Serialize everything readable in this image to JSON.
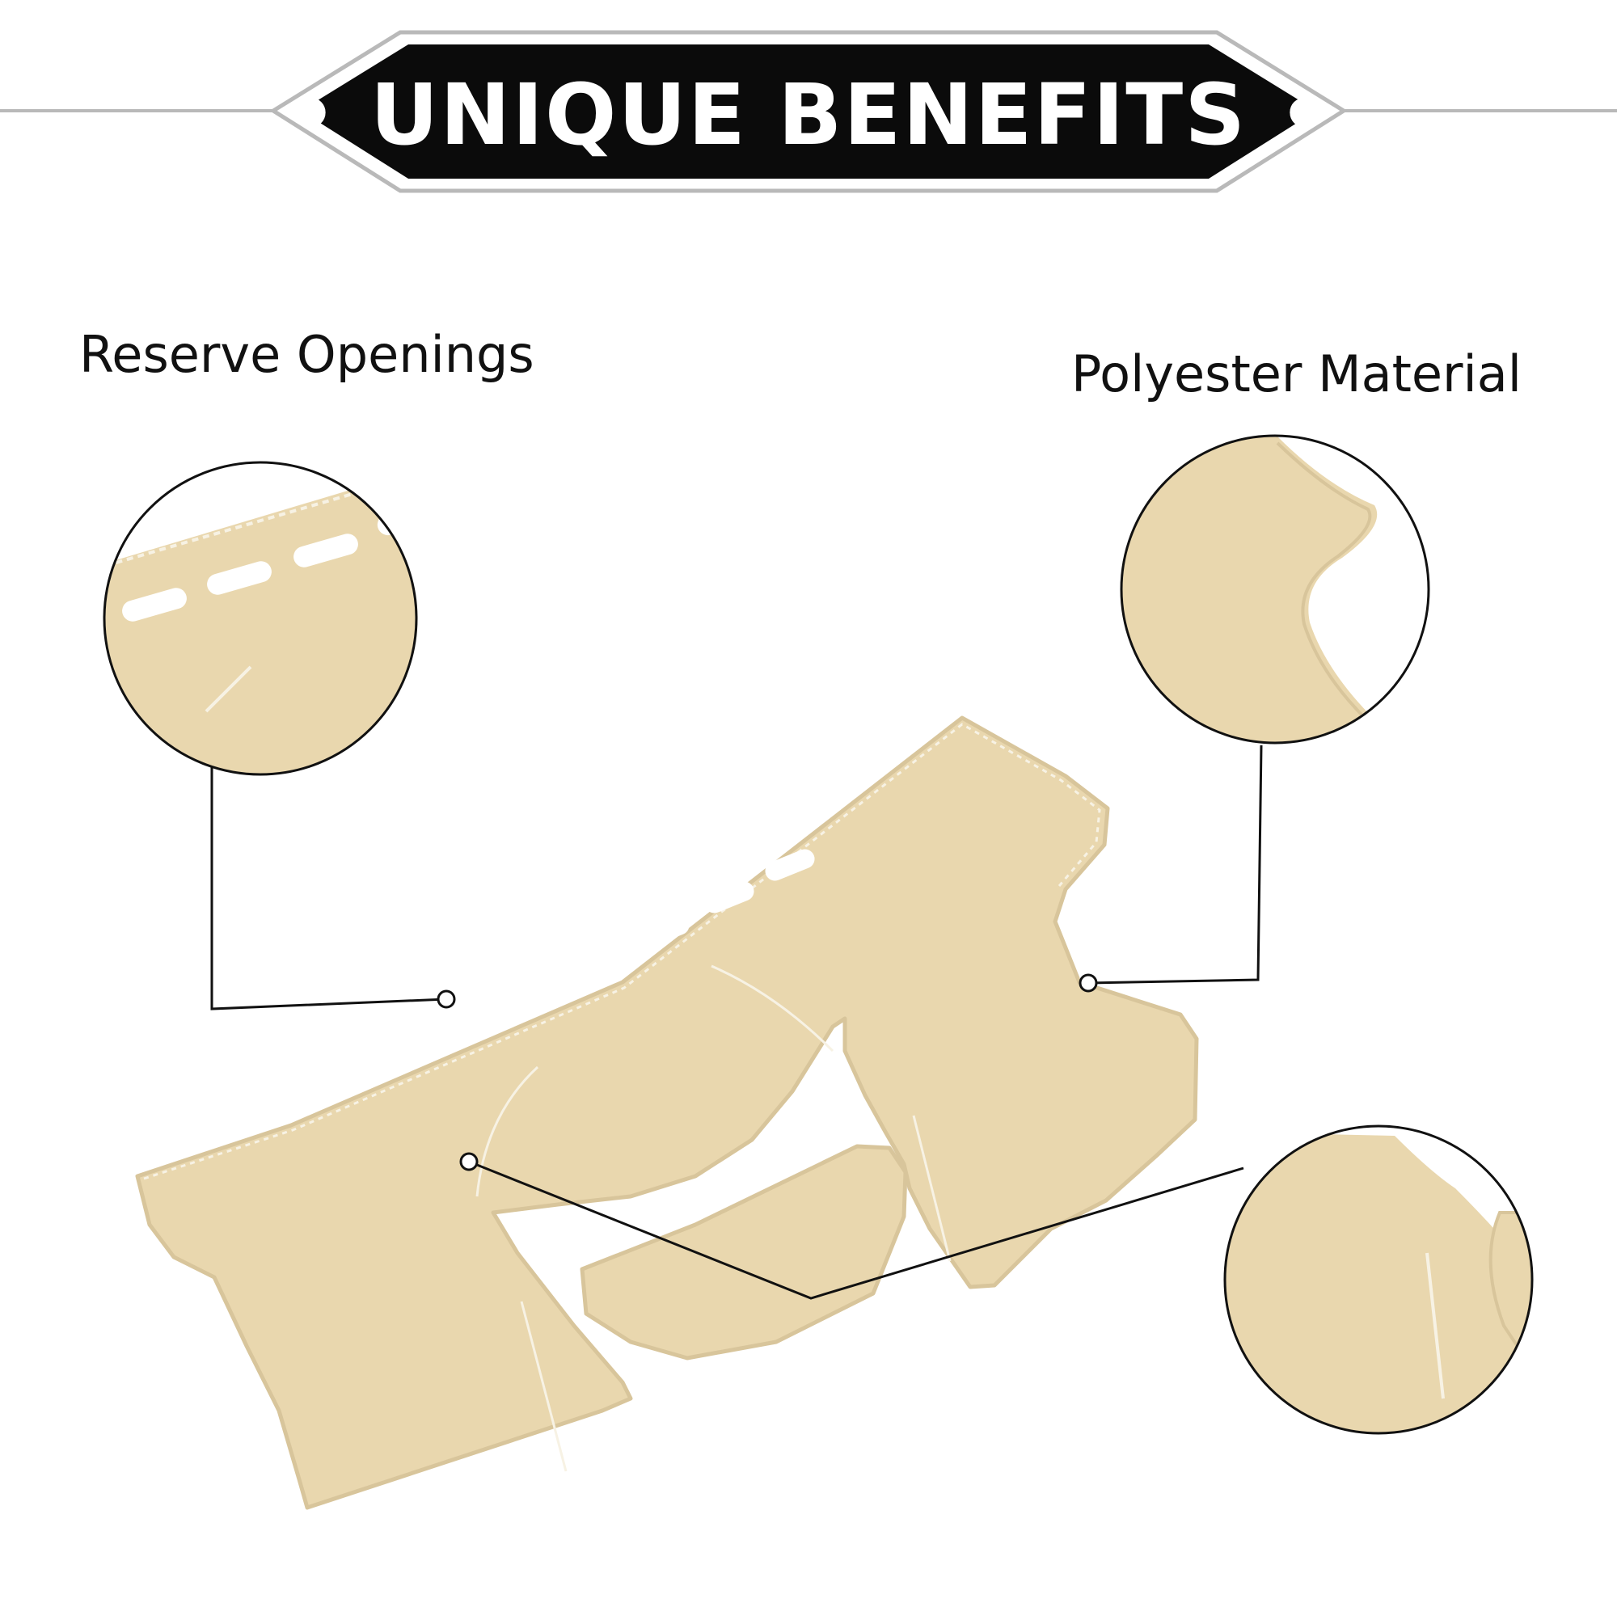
{
  "banner": {
    "title": "• UNIQUE BENEFITS •"
  },
  "features": [
    {
      "label": "Reserve Openings"
    },
    {
      "label": "Polyester Material"
    }
  ],
  "colors": {
    "banner_bg": "#0b0b0b",
    "banner_border": "#b9b9b9",
    "rule": "#b9b9b9",
    "mat": "#e9d7ae",
    "mat_edge": "#d8c59b",
    "stitch": "#f7f2e4",
    "callout_line": "#111111"
  }
}
